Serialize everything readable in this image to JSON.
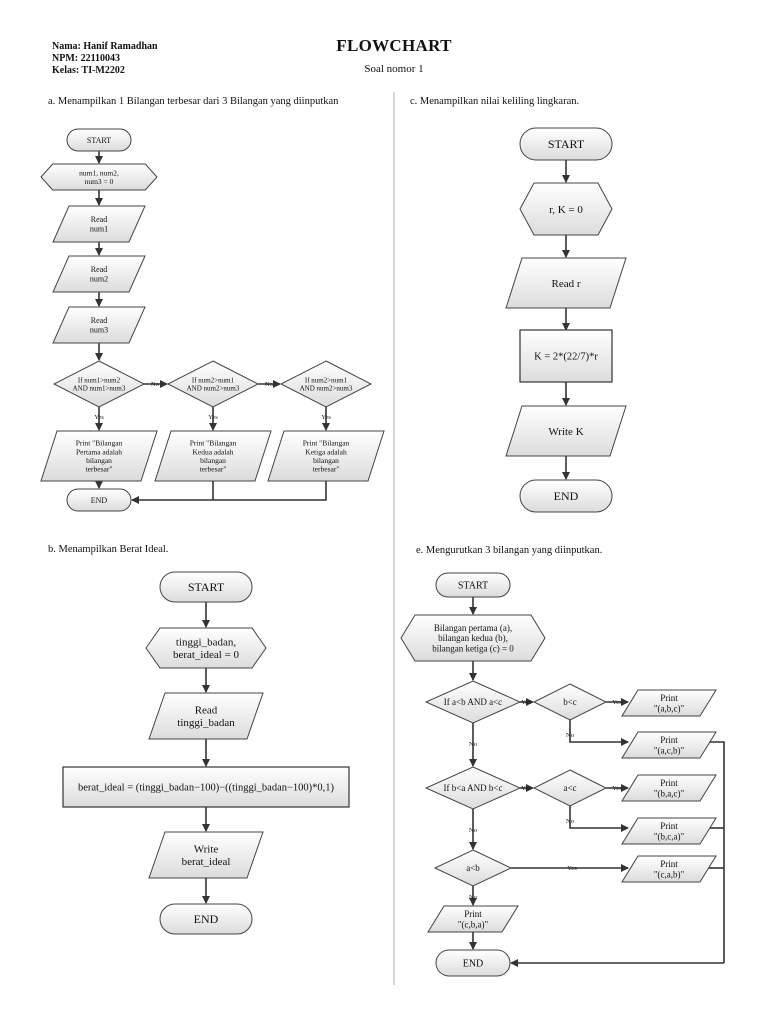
{
  "header": {
    "name": "Nama: Hanif Ramadhan",
    "npm": "NPM: 22110043",
    "kelas": "Kelas: TI-M2202",
    "title": "FLOWCHART",
    "subtitle": "Soal nomor 1"
  },
  "sections": {
    "a": "a. Menampilkan 1 Bilangan terbesar dari 3 Bilangan yang diinputkan",
    "b": "b. Menampilkan Berat Ideal.",
    "c": "c. Menampilkan nilai keliling lingkaran.",
    "e": "e. Mengurutkan 3 bilangan yang diinputkan."
  },
  "flow_a": {
    "start": "START",
    "init": [
      "num1, num2,",
      "num3 = 0"
    ],
    "read1": [
      "Read",
      "num1"
    ],
    "read2": [
      "Read",
      "num2"
    ],
    "read3": [
      "Read",
      "num3"
    ],
    "dec1": [
      "If num1>num2",
      "AND num1>num3"
    ],
    "dec2": [
      "If num2>num1",
      "AND num2>num3"
    ],
    "dec3": [
      "If num2>num1",
      "AND num2>num3"
    ],
    "no": "No",
    "yes": "Yes",
    "print1": [
      "Print \"Bilangan",
      "Pertama adalah",
      "bilangan",
      "terbesar\""
    ],
    "print2": [
      "Print \"Bilangan",
      "Kedua adalah",
      "bilangan",
      "terbesar\""
    ],
    "print3": [
      "Print \"Bilangan",
      "Ketiga adalah",
      "bilangan",
      "terbesar\""
    ],
    "end": "END"
  },
  "flow_b": {
    "start": "START",
    "init": [
      "tinggi_badan,",
      "berat_ideal = 0"
    ],
    "read": [
      "Read",
      "tinggi_badan"
    ],
    "process": "berat_ideal = (tinggi_badan−100)−((tinggi_badan−100)*0,1)",
    "write": [
      "Write",
      "berat_ideal"
    ],
    "end": "END"
  },
  "flow_c": {
    "start": "START",
    "init": "r, K = 0",
    "read": "Read r",
    "process": "K = 2*(22/7)*r",
    "write": "Write K",
    "end": "END"
  },
  "flow_e": {
    "start": "START",
    "init": [
      "Bilangan pertama (a),",
      "bilangan kedua (b),",
      "bilangan ketiga (c) = 0"
    ],
    "dec1": "If a<b AND a<c",
    "dec1b": "b<c",
    "dec2": "If b<a AND b<c",
    "dec2b": "a<c",
    "dec3": "a<b",
    "yes": "Yes",
    "no": "No",
    "p_abc": [
      "Print",
      "\"(a,b,c)\""
    ],
    "p_acb": [
      "Print",
      "\"(a,c,b)\""
    ],
    "p_bac": [
      "Print",
      "\"(b,a,c)\""
    ],
    "p_bca": [
      "Print",
      "\"(b,c,a)\""
    ],
    "p_cab": [
      "Print",
      "\"(c,a,b)\""
    ],
    "p_cba": [
      "Print",
      "\"(c,b,a)\""
    ],
    "end": "END"
  }
}
